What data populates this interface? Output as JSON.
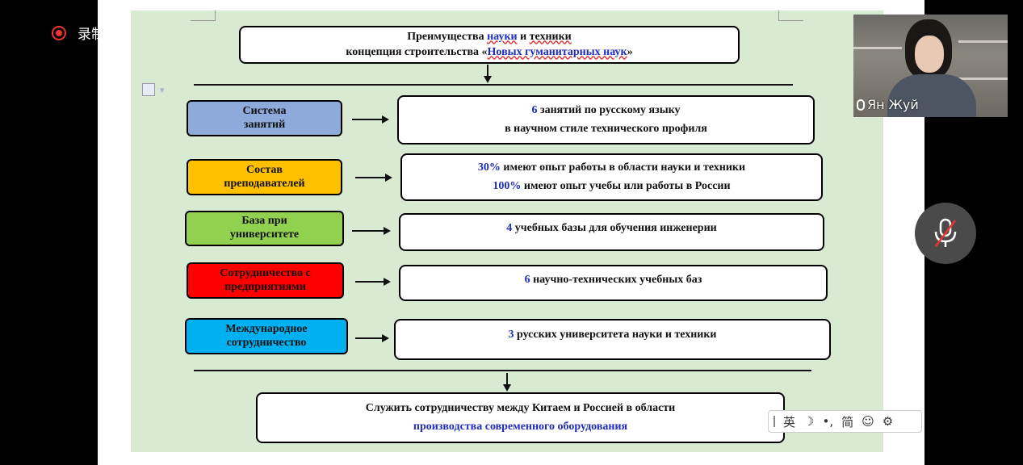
{
  "recording": {
    "label": "录制中"
  },
  "slide": {
    "title_line1_pre": "Преимущества ",
    "title_line1_link1": "науки",
    "title_line1_mid": " и ",
    "title_line1_link2": "техники",
    "title_line2_pre": "концепция строительства «",
    "title_line2_link": "Новых гуманитарных наук",
    "title_line2_post": "»",
    "rows": [
      {
        "category": [
          "Система",
          "занятий"
        ],
        "color": "#8eaadb",
        "line1_num": "6",
        "line1_text": " занятий по русскому языку",
        "line2_num": "",
        "line2_text": "в научном стиле технического профиля"
      },
      {
        "category": [
          "Состав",
          "преподавателей"
        ],
        "color": "#ffc000",
        "line1_num": "30%",
        "line1_text": " имеют опыт работы в области науки и техники",
        "line2_num": "100%",
        "line2_text": " имеют опыт учебы или работы в России"
      },
      {
        "category": [
          "База при",
          "университете"
        ],
        "color": "#92d050",
        "line1_num": "4",
        "line1_text": " учебных базы для обучения инженерии",
        "line2_num": "",
        "line2_text": ""
      },
      {
        "category": [
          "Сотрудничество с",
          "предприятиями"
        ],
        "color": "#ff0000",
        "line1_num": "6",
        "line1_text": " научно-технических учебных баз",
        "line2_num": "",
        "line2_text": ""
      },
      {
        "category": [
          "Международное",
          "сотрудничество"
        ],
        "color": "#00b0f0",
        "line1_num": "3",
        "line1_text": " русских университета науки и техники",
        "line2_num": "",
        "line2_text": ""
      }
    ],
    "conclusion_line1": "Служить сотрудничеству между Китаем и Россией в области",
    "conclusion_line2": "производства современного оборудования"
  },
  "participant": {
    "name": "Ян Жуй"
  },
  "ime": {
    "lang": "英",
    "moon": "☽",
    "punct": "•,",
    "mode": "简",
    "emoji": "☺",
    "settings": "⚙"
  },
  "colors": {
    "slide_bg": "#d9ead3",
    "accent_blue": "#1f2dbf",
    "recording_red": "#e33"
  }
}
